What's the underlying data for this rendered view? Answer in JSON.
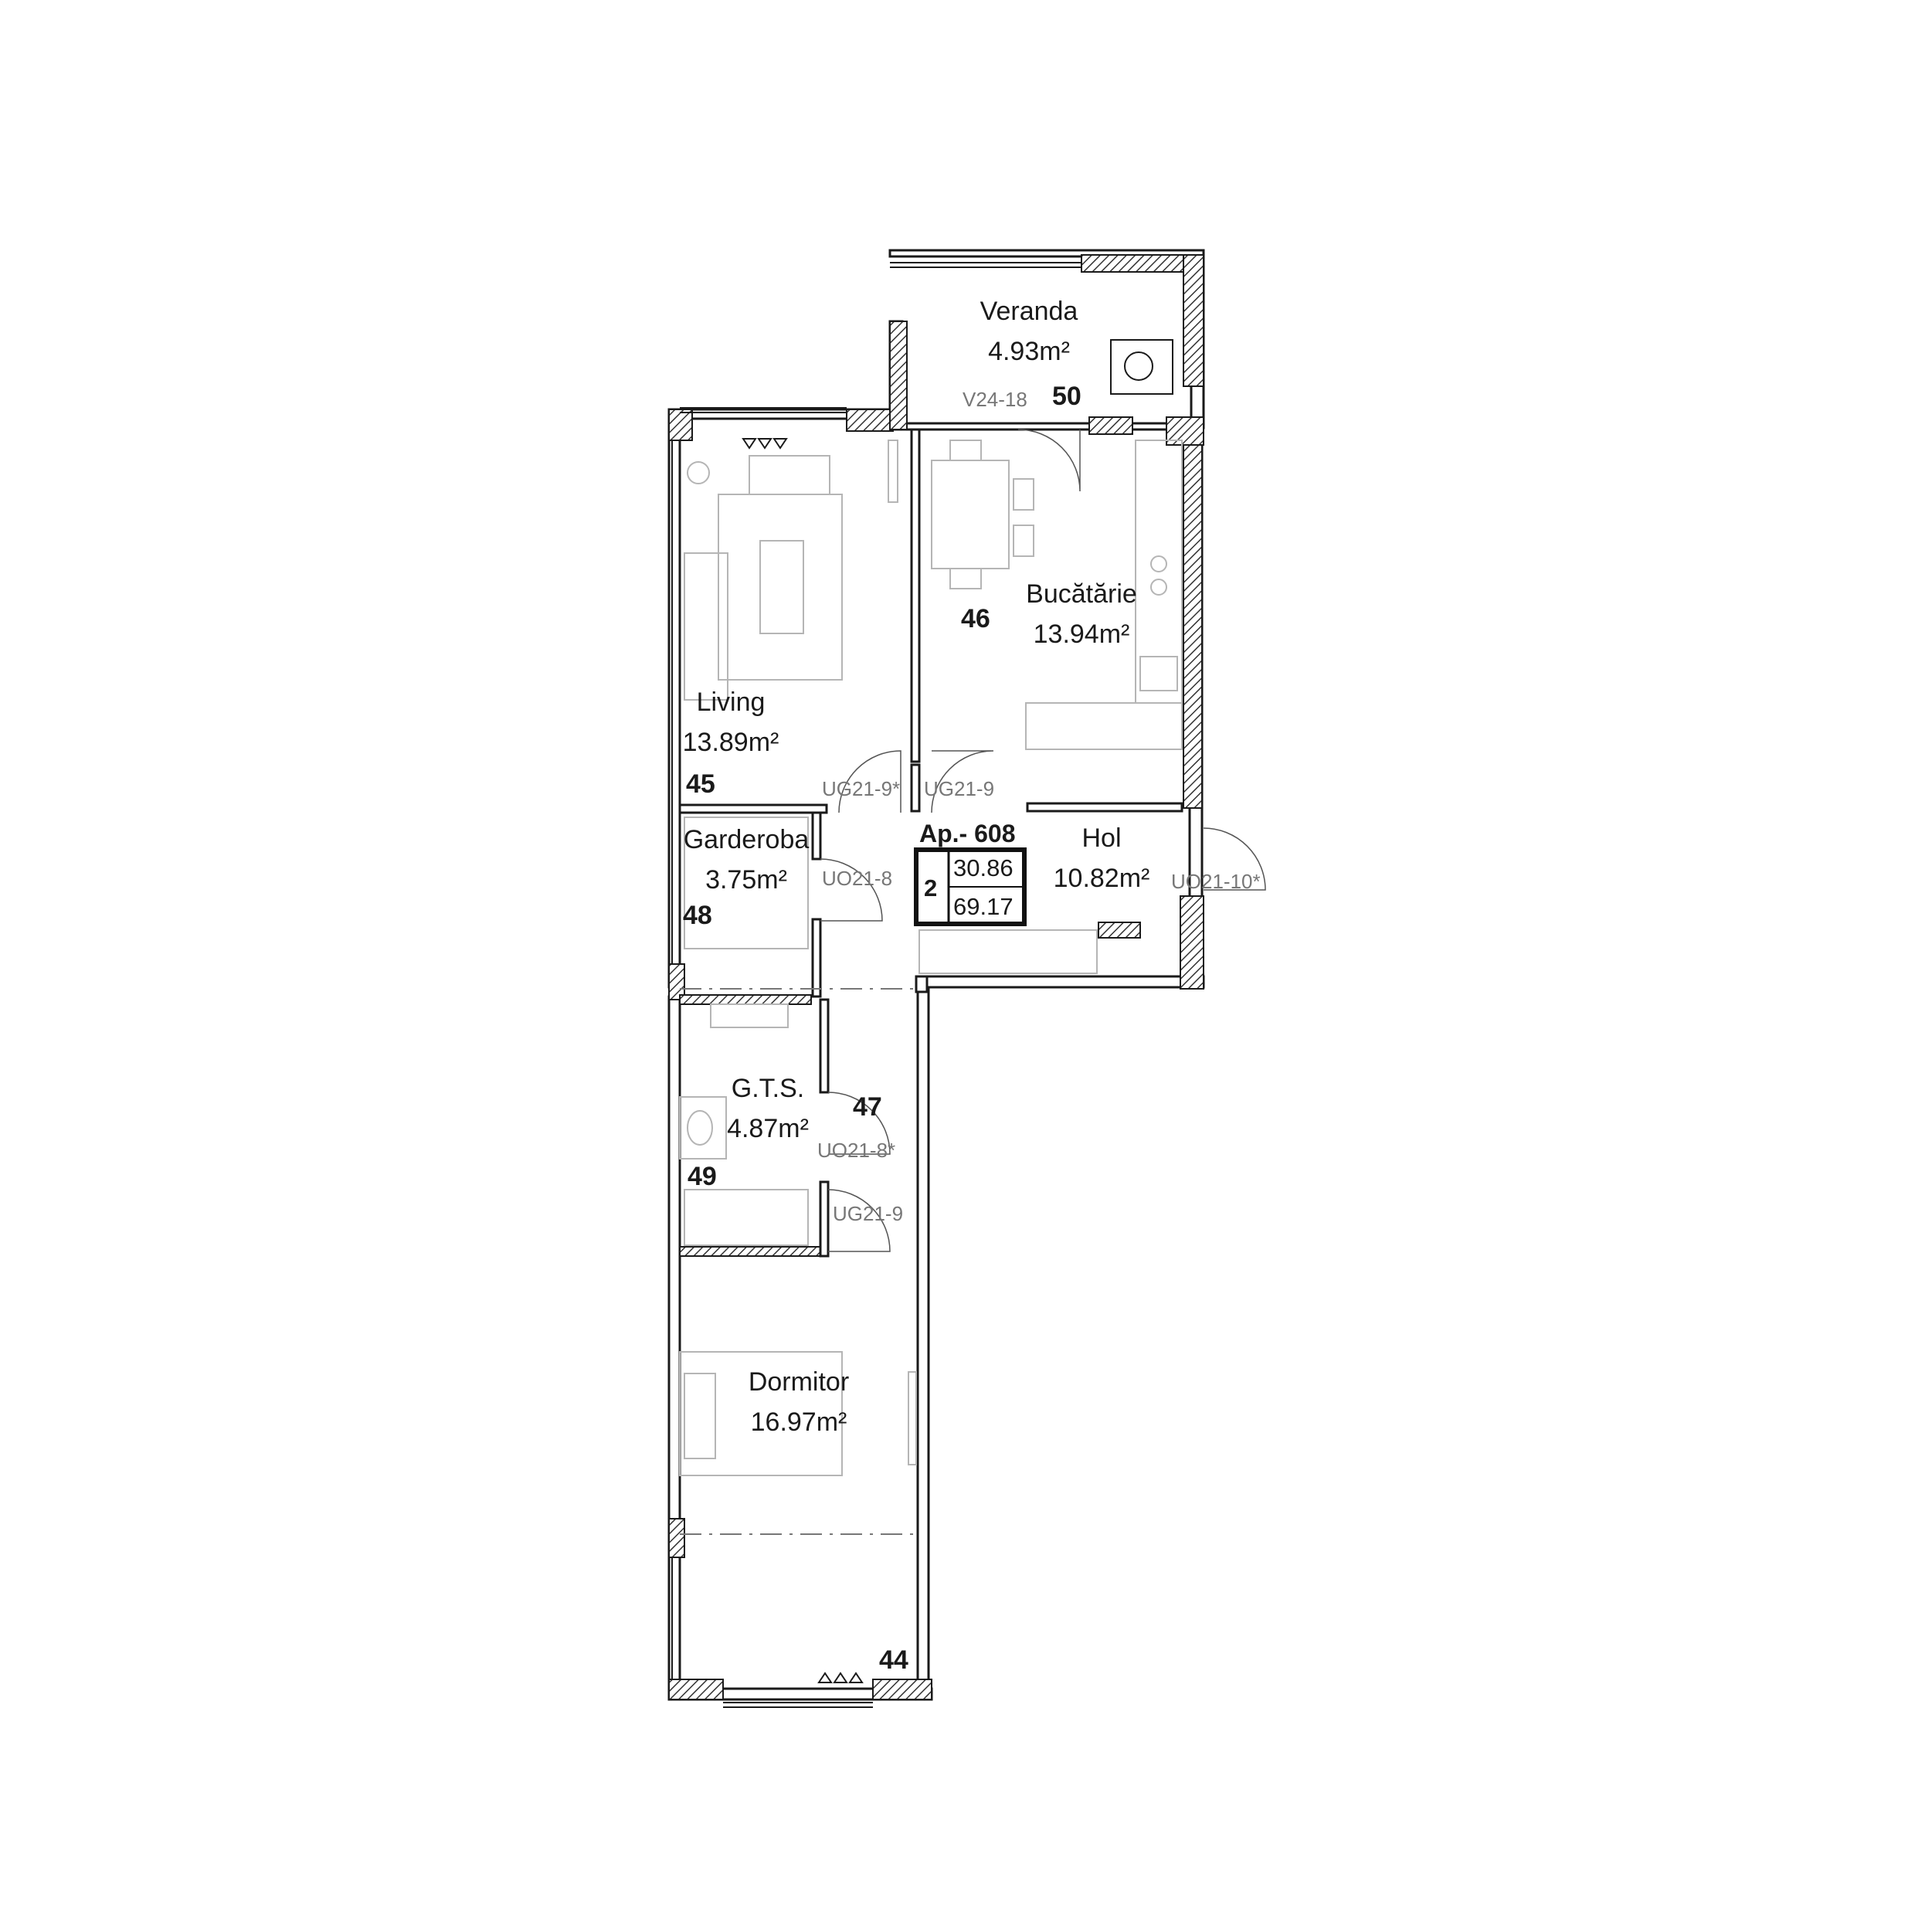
{
  "apartment": {
    "label": "Ap.- 608",
    "rooms_count": "2",
    "area_living": "30.86",
    "area_total": "69.17"
  },
  "rooms": {
    "veranda": {
      "name": "Veranda",
      "area": "4.93m²"
    },
    "bucatarie": {
      "name": "Bucătărie",
      "area": "13.94m²"
    },
    "living": {
      "name": "Living",
      "area": "13.89m²"
    },
    "garderoba": {
      "name": "Garderoba",
      "area": "3.75m²"
    },
    "hol": {
      "name": "Hol",
      "area": "10.82m²"
    },
    "gts": {
      "name": "G.T.S.",
      "area": "4.87m²"
    },
    "dormitor": {
      "name": "Dormitor",
      "area": "16.97m²"
    }
  },
  "markers": {
    "m44": "44",
    "m45": "45",
    "m46": "46",
    "m47": "47",
    "m48": "48",
    "m49": "49",
    "m50": "50"
  },
  "openings": {
    "v24_18": "V24-18",
    "ug21_9a": "UG21-9*",
    "ug21_9b": "UG21-9",
    "uo21_8": "UO21-8",
    "uo21_10": "UO21-10*",
    "uo21_8b": "UO21-8*",
    "ug21_9c": "UG21-9"
  }
}
